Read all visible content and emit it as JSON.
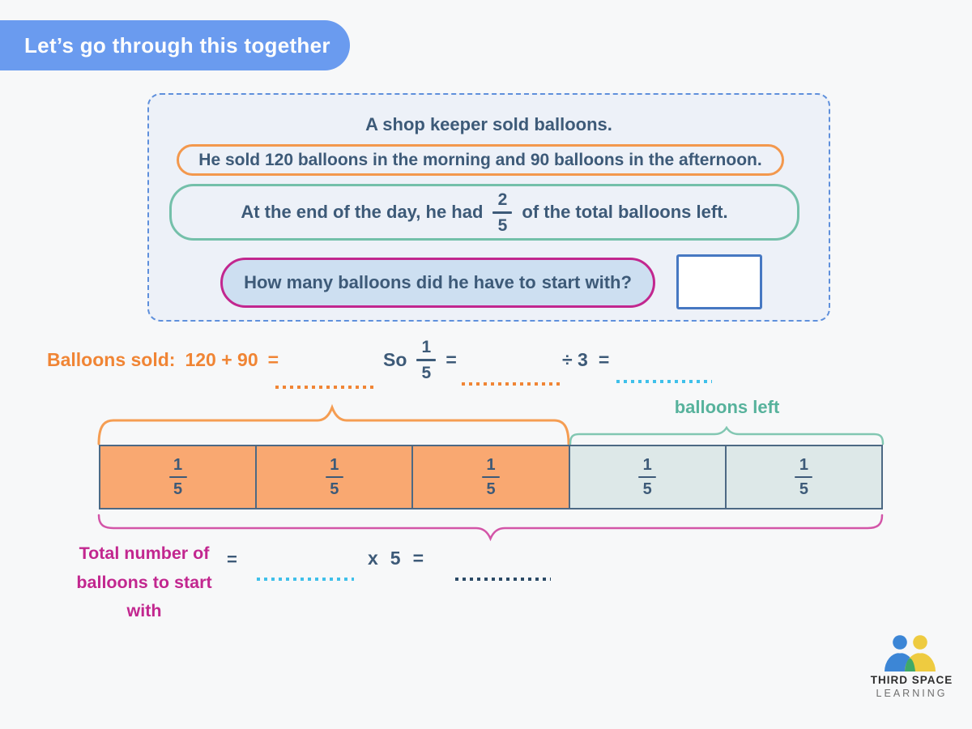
{
  "banner": {
    "label": "Let’s go through this together"
  },
  "problem": {
    "intro": "A shop keeper sold balloons.",
    "sold_statement": "He sold 120 balloons in the morning and 90 balloons in the afternoon.",
    "left_statement_pre": "At the end of the day, he had",
    "left_fraction": {
      "numerator": "2",
      "denominator": "5"
    },
    "left_statement_post": "of the total balloons left.",
    "question_pre": "How many balloons did he have to",
    "question_emphasis": "start with?",
    "answer_value": ""
  },
  "working": {
    "sold_label": "Balloons sold:",
    "sold_expression": "120 + 90",
    "equals_1": "=",
    "so_label": "So",
    "unit_fraction": {
      "numerator": "1",
      "denominator": "5"
    },
    "equals_2": "=",
    "divide_expression": "÷ 3",
    "equals_3": "="
  },
  "bar_model": {
    "balloons_left_label": "balloons left",
    "segments": [
      {
        "numerator": "1",
        "denominator": "5",
        "kind": "sold"
      },
      {
        "numerator": "1",
        "denominator": "5",
        "kind": "sold"
      },
      {
        "numerator": "1",
        "denominator": "5",
        "kind": "sold"
      },
      {
        "numerator": "1",
        "denominator": "5",
        "kind": "left"
      },
      {
        "numerator": "1",
        "denominator": "5",
        "kind": "left"
      }
    ]
  },
  "total": {
    "label_lines": [
      "Total number of",
      "balloons to start",
      "with"
    ],
    "equals_1": "=",
    "multiply": "x",
    "factor": "5",
    "equals_2": "="
  },
  "logo": {
    "title": "THIRD SPACE",
    "subtitle": "LEARNING"
  },
  "colors": {
    "banner_blue": "#6a9bef",
    "text_slate": "#3d5a78",
    "orange_text": "#f08535",
    "orange_pill_border": "#f3984d",
    "orange_brace": "#f59d52",
    "teal_border": "#74c0aa",
    "teal_text": "#57b29c",
    "magenta": "#c2278f",
    "pink_brace": "#d355a8",
    "dotted_light_blue": "#3fc0ea",
    "dotted_navy": "#2b4a66",
    "bar_sold_fill": "#f9a871",
    "bar_left_fill": "#dde8e8",
    "bar_border": "#4d6984",
    "answer_box_border": "#4678c2",
    "panel_border": "#5f90dc",
    "logo_blue": "#3c86d6",
    "logo_yellow": "#eecb40",
    "logo_green": "#3fa968"
  }
}
